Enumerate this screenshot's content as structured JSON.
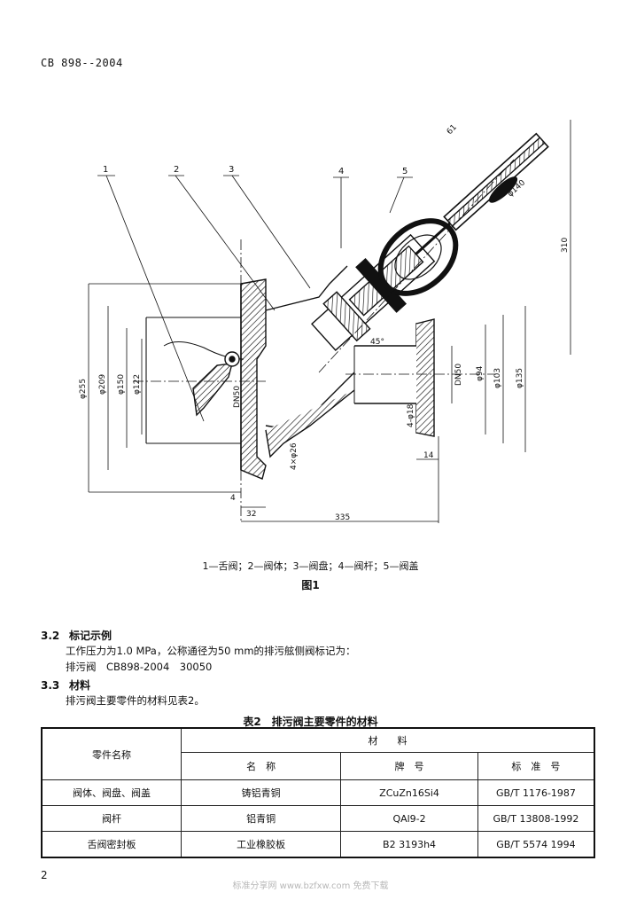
{
  "header": {
    "standard_code": "CB 898--2004"
  },
  "figure": {
    "leaders": [
      "1",
      "2",
      "3",
      "4",
      "5"
    ],
    "dims": {
      "d255": "φ255",
      "d209": "φ209",
      "d150": "φ150",
      "d122": "φ122",
      "dn50": "DN50",
      "d94": "φ94",
      "d103": "φ103",
      "d135": "φ135",
      "dn50b": "DN50",
      "d140": "φ140",
      "d26": "4×φ26",
      "d18": "4-φ18",
      "a45": "45°",
      "l32": "32",
      "l4": "4",
      "l14": "14",
      "l335": "335",
      "h310": "310",
      "l61": "61"
    },
    "caption": "1—舌阀；2—阀体；3—阀盘；4—阀杆；5—阀盖",
    "title": "图1"
  },
  "sections": [
    {
      "number": "3.2",
      "title": "标记示例",
      "lines": [
        "工作压力为1.0 MPa，公称通径为50 mm的排污舷侧阀标记为：",
        "排污阀　CB898-2004　30050"
      ]
    },
    {
      "number": "3.3",
      "title": "材料",
      "lines": [
        "排污阀主要零件的材料见表2。"
      ]
    }
  ],
  "table": {
    "title": "表2　排污阀主要零件的材料",
    "head_part": "零件名称",
    "head_material": "材　　料",
    "sub_headers": [
      "名　称",
      "牌　号",
      "标　准　号"
    ],
    "rows": [
      [
        "阀体、阀盘、阀盖",
        "铸铝青铜",
        "ZCuZn16Si4",
        "GB/T 1176-1987"
      ],
      [
        "阀杆",
        "铝青铜",
        "QAl9-2",
        "GB/T 13808-1992"
      ],
      [
        "舌阀密封板",
        "工业橡胶板",
        "B2 3193h4",
        "GB/T 5574 1994"
      ]
    ]
  },
  "footer": {
    "page_number": "2",
    "watermark": "标准分享网 www.bzfxw.com 免费下载"
  }
}
